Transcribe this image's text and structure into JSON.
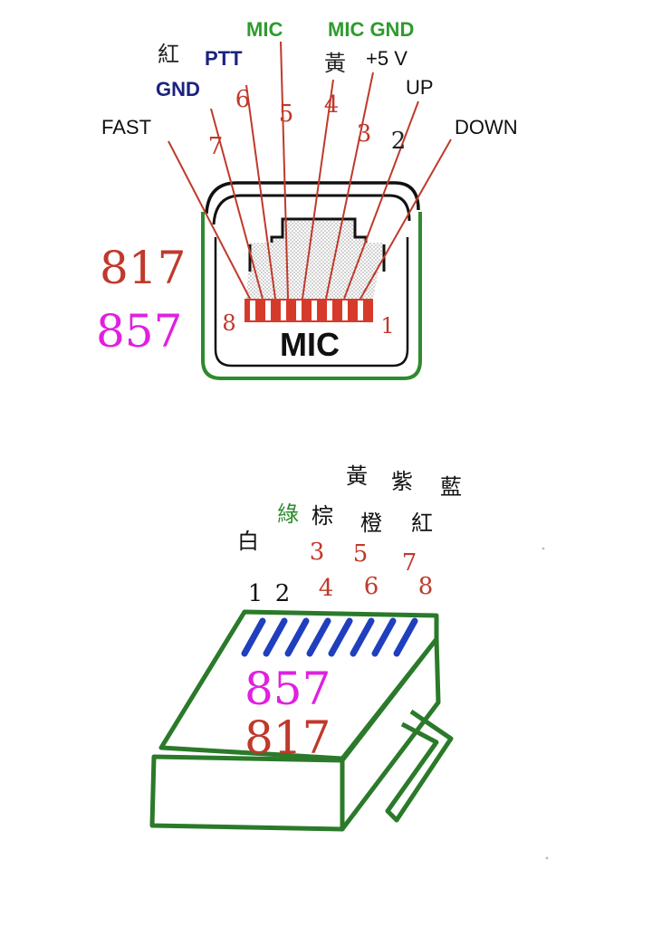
{
  "top_diagram": {
    "title": "MIC",
    "pin_end_left": "8",
    "pin_end_right": "1",
    "pins": [
      {
        "num": "7",
        "label": "GND",
        "extra": "紅",
        "label_color": "#1a237e"
      },
      {
        "num": "6",
        "label": "PTT",
        "label_color": "#1a237e"
      },
      {
        "num": "5",
        "label": "MIC",
        "label_color": "#2e9c2e"
      },
      {
        "num": "4",
        "label": "黃",
        "label_color": "#222222"
      },
      {
        "num": "3",
        "label": "+5 V",
        "label_color": "#111111"
      },
      {
        "num": "2",
        "label": "UP",
        "label_color": "#111111"
      },
      {
        "num": "1",
        "label": "DOWN",
        "label_color": "#111111"
      }
    ],
    "fast_label": "FAST",
    "mic_gnd_label": "MIC GND",
    "model_a": "817",
    "model_b": "857",
    "colors": {
      "model_a": "#c0392b",
      "model_b": "#e020e0",
      "pin_num": "#c0392b",
      "body_green": "#2e8b2e",
      "pin_red": "#d63a2a"
    }
  },
  "bottom_diagram": {
    "wire_colors": {
      "w1": "白",
      "w2": "綠",
      "w3": "棕",
      "w4": "黃",
      "w5": "橙",
      "w6": "紫",
      "w7": "紅",
      "w8": "藍"
    },
    "pin_numbers": [
      "1",
      "2",
      "3",
      "4",
      "5",
      "6",
      "7",
      "8"
    ],
    "model_a": "857",
    "model_b": "817",
    "colors": {
      "model_a": "#e020e0",
      "model_b": "#c0392b",
      "contacts": "#1f3fbf",
      "body": "#2a7a2a",
      "green_text": "#2e8b2e"
    }
  }
}
